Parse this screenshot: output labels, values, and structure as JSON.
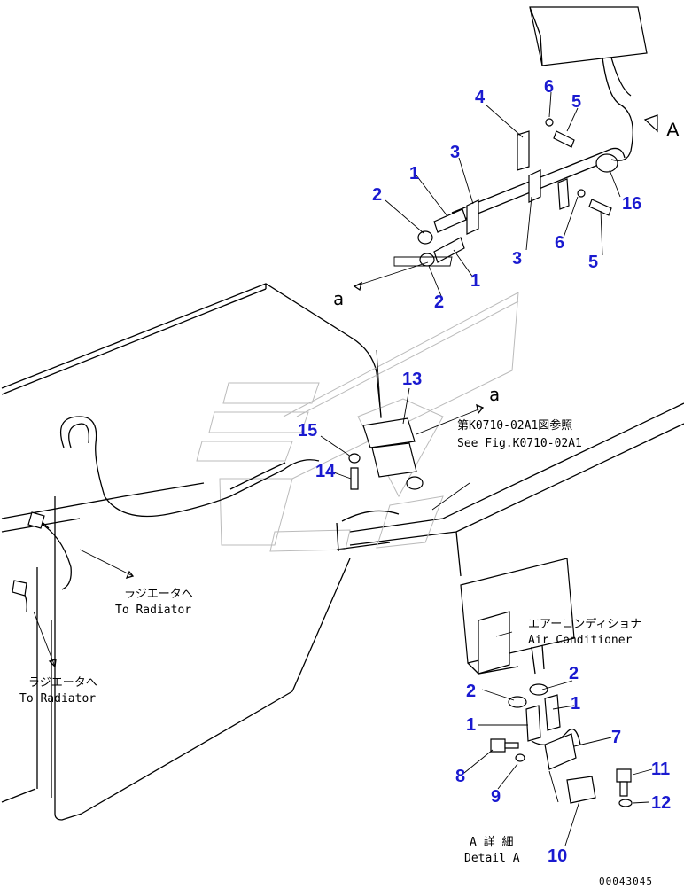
{
  "callouts": {
    "c1a": "1",
    "c1b": "1",
    "c1c": "1",
    "c1d": "1",
    "c2a": "2",
    "c2b": "2",
    "c2c": "2",
    "c2d": "2",
    "c3a": "3",
    "c3b": "3",
    "c4": "4",
    "c5a": "5",
    "c5b": "5",
    "c6a": "6",
    "c6b": "6",
    "c7": "7",
    "c8": "8",
    "c9": "9",
    "c10": "10",
    "c11": "11",
    "c12": "12",
    "c13": "13",
    "c14": "14",
    "c15": "15",
    "c16": "16"
  },
  "view_label": "A",
  "section_mark_a": "a",
  "section_mark_b": "a",
  "fig_ref_jp": "第K0710-02A1図参照",
  "fig_ref_en": "See Fig.K0710-02A1",
  "radiator_jp": "ラジエータへ",
  "radiator_en": "To Radiator",
  "radiator2_jp": "ラジエータへ",
  "radiator2_en": "To Radiator",
  "aircon_jp": "エアーコンディショナ",
  "aircon_en": "Air Conditioner",
  "detail_jp": "A 詳 細",
  "detail_en": "Detail A",
  "drawing_number": "00043045"
}
